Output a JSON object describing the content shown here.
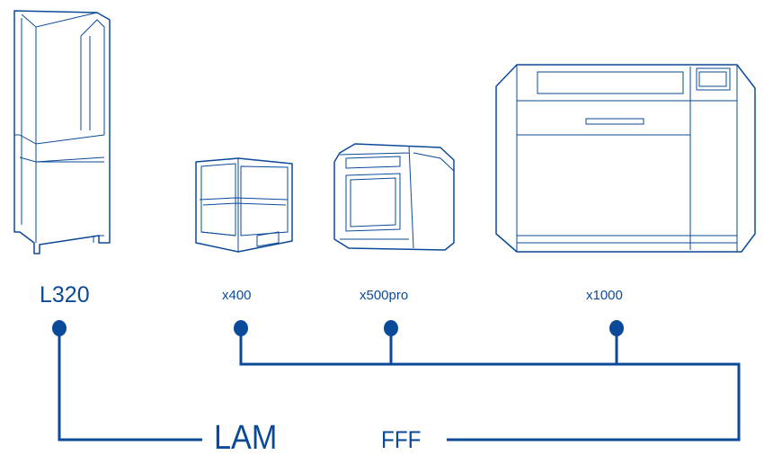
{
  "color": "#0b4a99",
  "models": [
    {
      "label": "L320",
      "group": "LAM"
    },
    {
      "label": "x400",
      "group": "FFF"
    },
    {
      "label": "x500pro",
      "group": "FFF"
    },
    {
      "label": "x1000",
      "group": "FFF"
    }
  ],
  "groups": {
    "lam": "LAM",
    "fff": "FFF"
  }
}
